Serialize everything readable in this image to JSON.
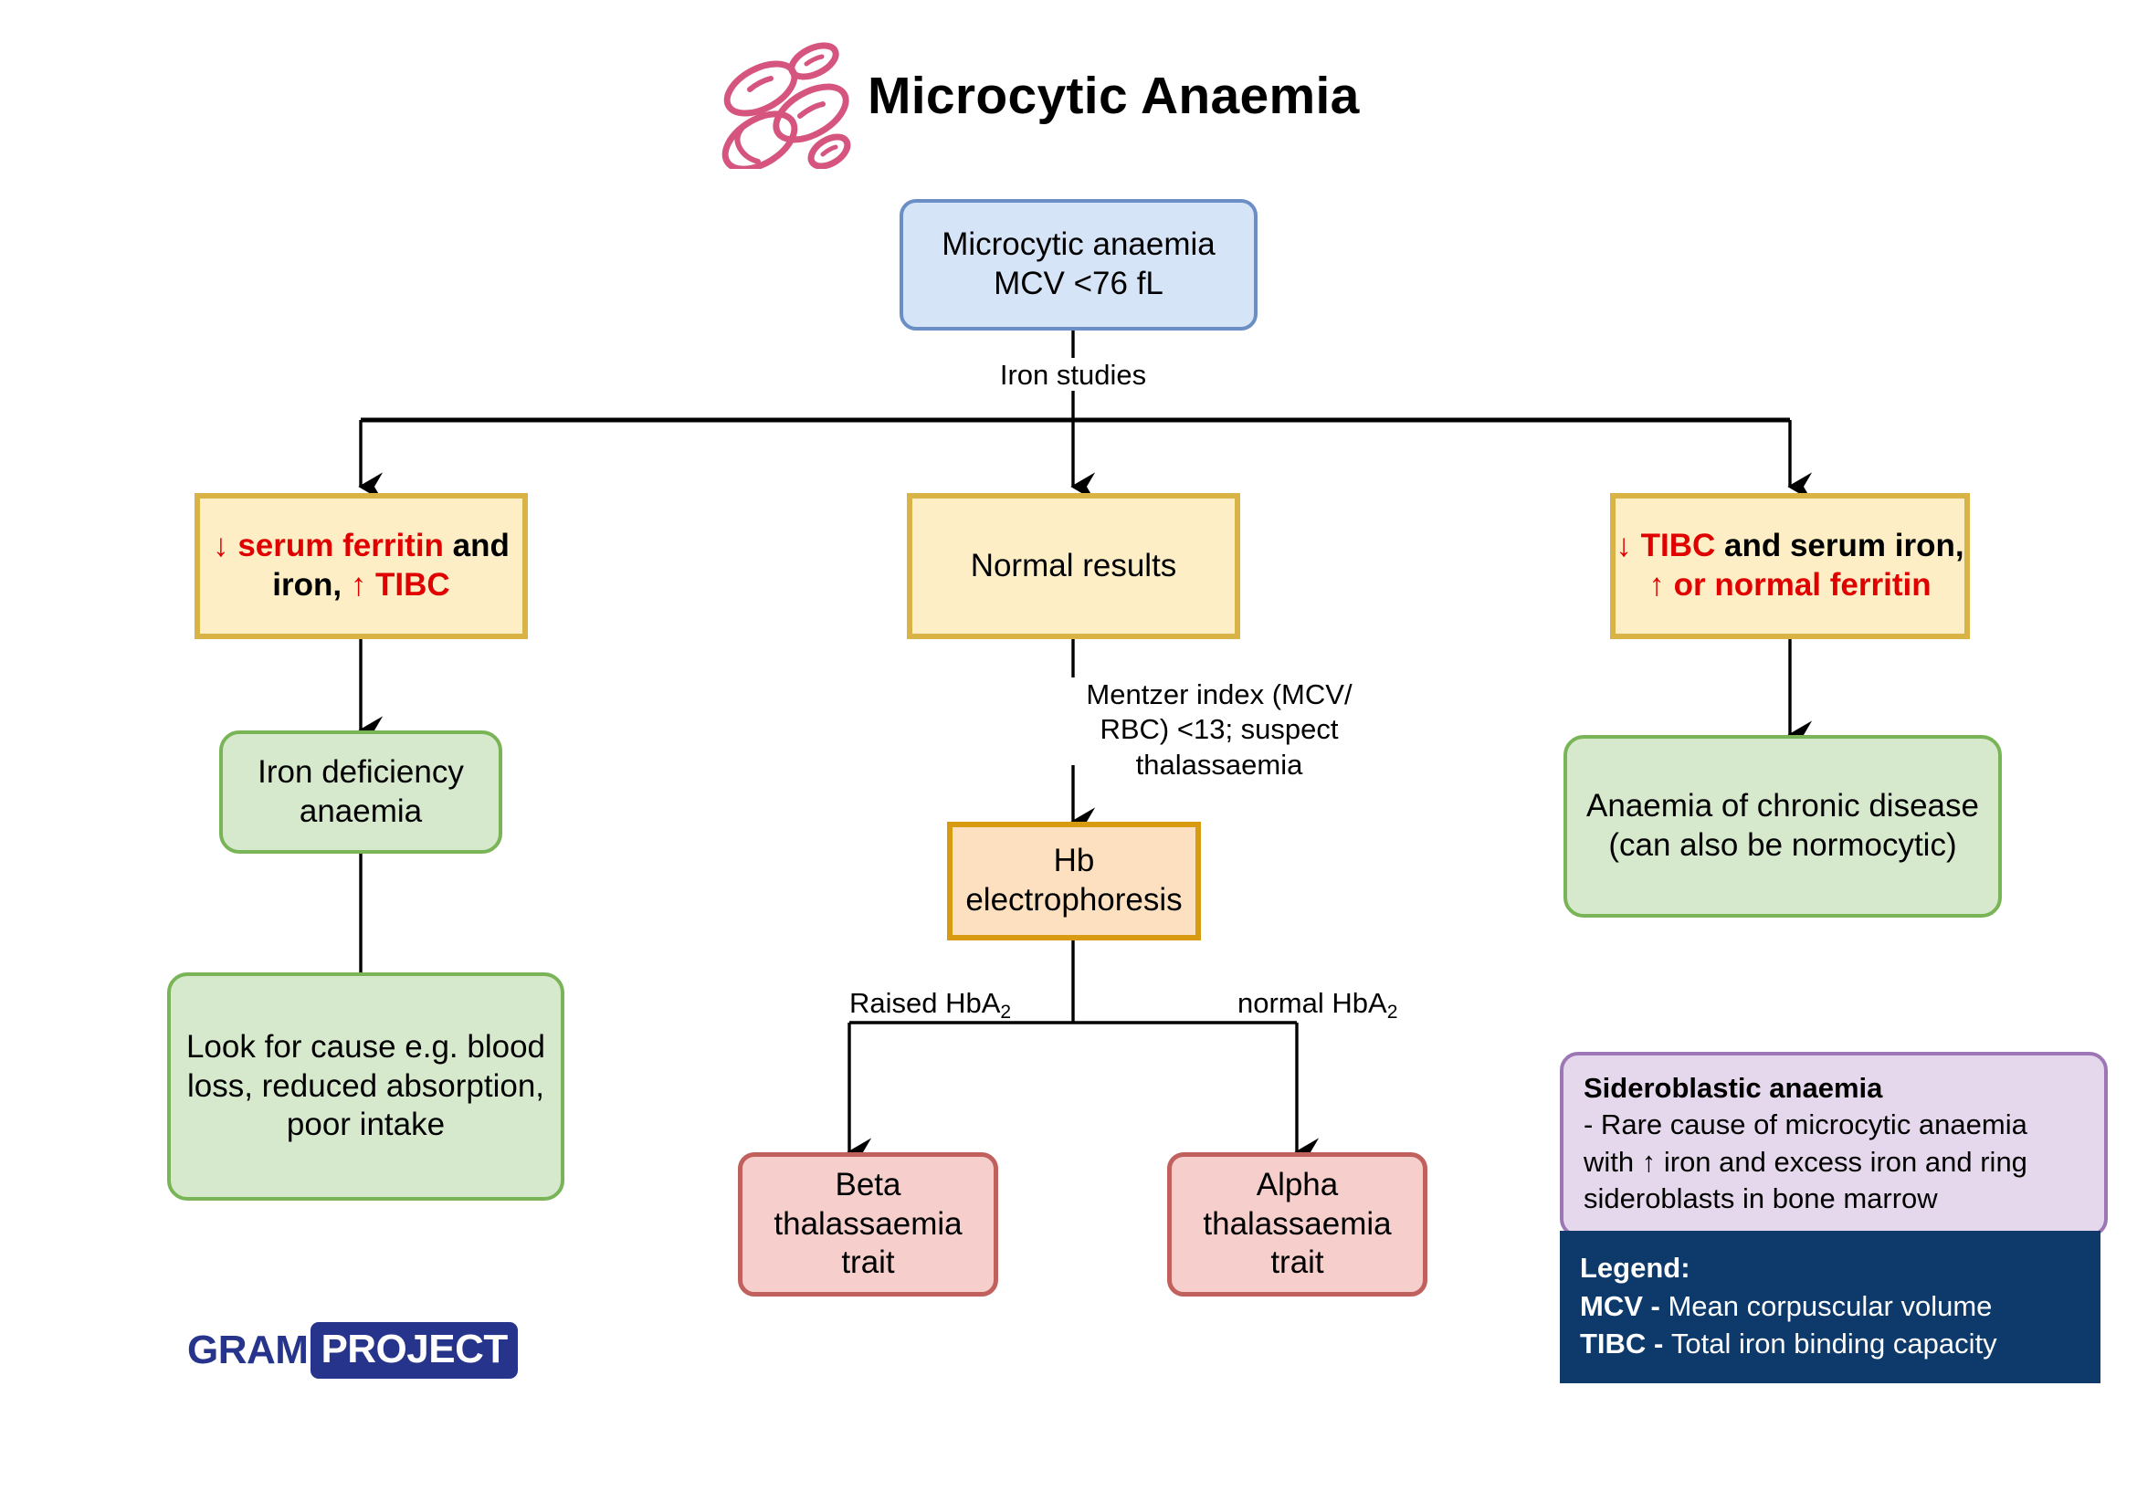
{
  "page": {
    "title": "Microcytic Anaemia",
    "logo_icon": "red-blood-cells-icon",
    "brand": {
      "part1": "GRAM",
      "part2": "PROJECT"
    }
  },
  "nodes": {
    "start": {
      "line1": "Microcytic anaemia",
      "line2": "MCV <76 fL",
      "color": "#d6e4f7"
    },
    "low_ferritin": {
      "seg1": "↓ serum ferritin",
      "seg2": " and",
      "seg3": "iron, ",
      "seg4": "↑ TIBC",
      "color": "#fdeec6"
    },
    "normal_results": {
      "label": "Normal results",
      "color": "#fdeec6"
    },
    "low_tibc": {
      "seg1": "↓ TIBC",
      "seg2": " and serum iron,",
      "seg3": "↑ or normal ferritin",
      "color": "#fdeec6"
    },
    "iron_deficiency": {
      "line1": "Iron deficiency",
      "line2": "anaemia",
      "color": "#d6e9cd"
    },
    "look_for_cause": {
      "line1": "Look for cause e.g. blood",
      "line2": "loss, reduced absorption,",
      "line3": "poor intake",
      "color": "#d6e9cd"
    },
    "hb_electrophoresis": {
      "line1": "Hb",
      "line2": "electrophoresis",
      "color": "#fde0c0"
    },
    "chronic_disease": {
      "line1": "Anaemia of chronic disease",
      "line2": "(can also be normocytic)",
      "color": "#d6e9cd"
    },
    "beta_thal": {
      "line1": "Beta",
      "line2": "thalassaemia",
      "line3": "trait",
      "color": "#f6cfcd"
    },
    "alpha_thal": {
      "line1": "Alpha",
      "line2": "thalassaemia",
      "line3": "trait",
      "color": "#f6cfcd"
    }
  },
  "edges": {
    "iron_studies": "Iron studies",
    "mentzer_l1": "Mentzer index (MCV/",
    "mentzer_l2": "RBC) <13; suspect",
    "mentzer_l3": "thalassaemia",
    "raised_hba2_pre": "Raised HbA",
    "raised_hba2_sub": "2",
    "normal_hba2_pre": "normal HbA",
    "normal_hba2_sub": "2"
  },
  "sideroblastic": {
    "heading": "Sideroblastic anaemia",
    "line1": "- Rare cause of microcytic anaemia",
    "line2": "with ↑ iron and excess iron and ring",
    "line3": "sideroblasts in bone marrow",
    "color": "#e6d8ec"
  },
  "legend": {
    "heading": "Legend:",
    "items": [
      {
        "abbr": "MCV",
        "dash": " - ",
        "text": "Mean corpuscular volume"
      },
      {
        "abbr": "TIBC",
        "dash": " - ",
        "text": "Total iron binding capacity"
      }
    ],
    "color": "#0d3a6b"
  }
}
